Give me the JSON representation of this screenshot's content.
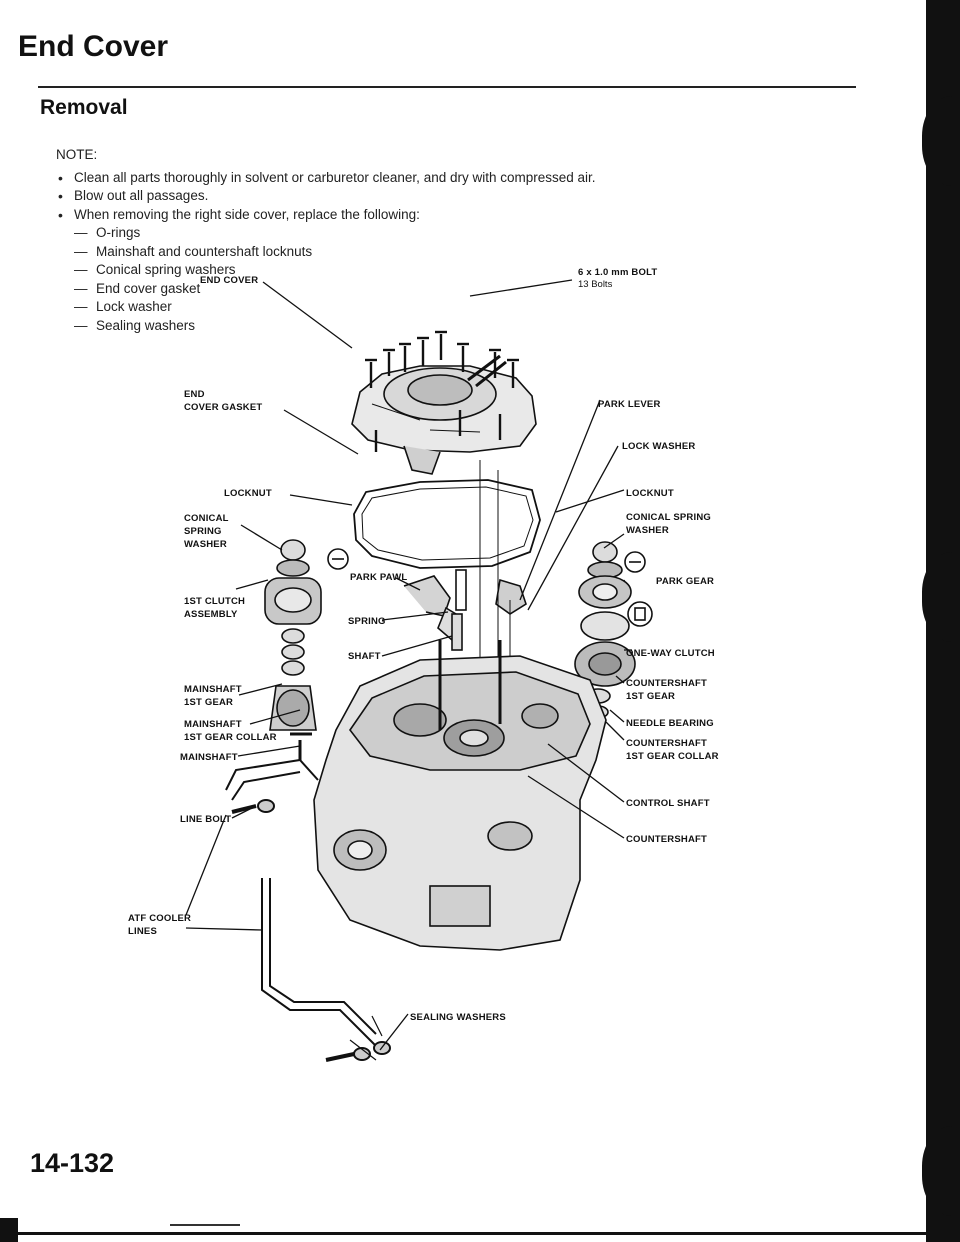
{
  "header": {
    "title": "End Cover",
    "subtitle": "Removal"
  },
  "notes": {
    "label": "NOTE:",
    "bullets": [
      "Clean all parts thoroughly in solvent or carburetor cleaner, and dry with compressed air.",
      "Blow out all passages.",
      "When removing the right side cover, replace the following:"
    ],
    "replace_items": [
      "O-rings",
      "Mainshaft and countershaft locknuts",
      "Conical spring washers",
      "End cover gasket",
      "Lock washer",
      "Sealing washers"
    ]
  },
  "labels": {
    "end_cover": "END COVER",
    "bolt_line1": "6 x 1.0 mm BOLT",
    "bolt_line2": "13 Bolts",
    "end_cover_gasket_line1": "END",
    "end_cover_gasket_line2": "COVER GASKET",
    "park_lever": "PARK LEVER",
    "lock_washer": "LOCK WASHER",
    "locknut_left": "LOCKNUT",
    "locknut_right": "LOCKNUT",
    "conical_left_line1": "CONICAL",
    "conical_left_line2": "SPRING",
    "conical_left_line3": "WASHER",
    "conical_right_line1": "CONICAL SPRING",
    "conical_right_line2": "WASHER",
    "park_pawl": "PARK PAWL",
    "park_gear": "PARK GEAR",
    "clutch_line1": "1ST CLUTCH",
    "clutch_line2": "ASSEMBLY",
    "spring": "SPRING",
    "shaft": "SHAFT",
    "one_way_clutch": "ONE-WAY CLUTCH",
    "ms_gear_line1": "MAINSHAFT",
    "ms_gear_line2": "1ST GEAR",
    "cs_gear_line1": "COUNTERSHAFT",
    "cs_gear_line2": "1ST GEAR",
    "needle_bearing": "NEEDLE BEARING",
    "ms_collar_line1": "MAINSHAFT",
    "ms_collar_line2": "1ST GEAR COLLAR",
    "cs_collar_line1": "COUNTERSHAFT",
    "cs_collar_line2": "1ST GEAR COLLAR",
    "mainshaft": "MAINSHAFT",
    "control_shaft": "CONTROL SHAFT",
    "line_bolt": "LINE BOLT",
    "countershaft": "COUNTERSHAFT",
    "atf_line1": "ATF COOLER",
    "atf_line2": "LINES",
    "sealing_washers": "SEALING WASHERS"
  },
  "footer": {
    "page_number": "14-132"
  }
}
